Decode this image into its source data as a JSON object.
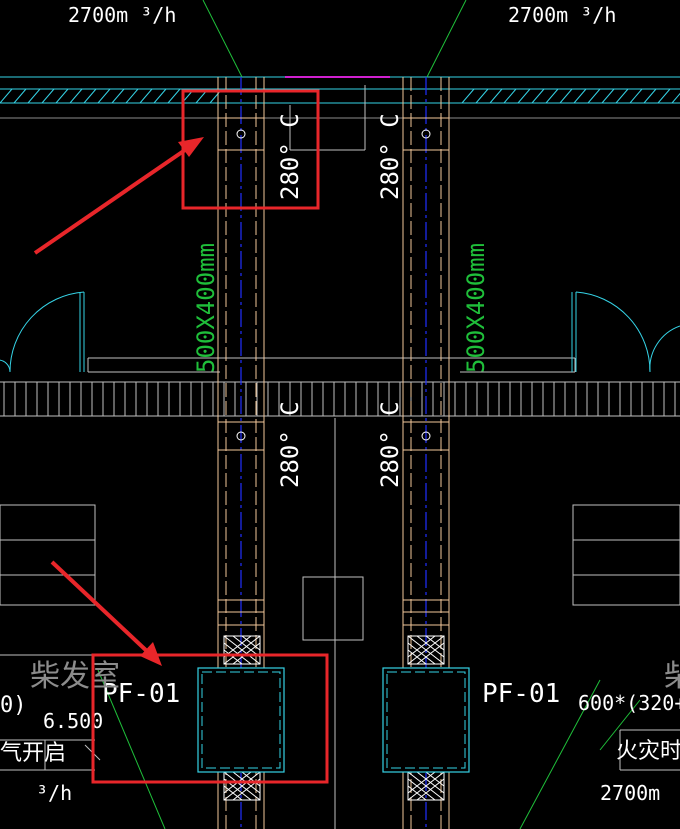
{
  "drawing": {
    "airflow_left": "2700m ³/h",
    "airflow_right": "2700m ³/h",
    "airflow_bottom_left": "³/h",
    "airflow_bottom_right": "2700m",
    "fire_damper_top_left": "280° C",
    "fire_damper_top_right": "280° C",
    "fire_damper_mid_left": "280° C",
    "fire_damper_mid_right": "280° C",
    "duct_size_left": "500X400mm",
    "duct_size_right": "500X400mm",
    "fan_left": "PF-01",
    "fan_right": "PF-01",
    "room_left": "柴发室",
    "room_right_partial": "柴",
    "elevation_left": "6.500",
    "paren_left": "0)",
    "note_left": "气开启",
    "size_note_right": "600*(320+",
    "fire_note_right": "火灾时"
  },
  "colors": {
    "background": "#000000",
    "highlight_box": "#e8262a",
    "arrow": "#e8262a",
    "duct": "#f2c79a",
    "centerline": "#2030ff",
    "cyan": "#35d3e6",
    "green_text": "#1fbf3a",
    "leader": "#1fbf3a",
    "wall": "#bfbfbf"
  }
}
